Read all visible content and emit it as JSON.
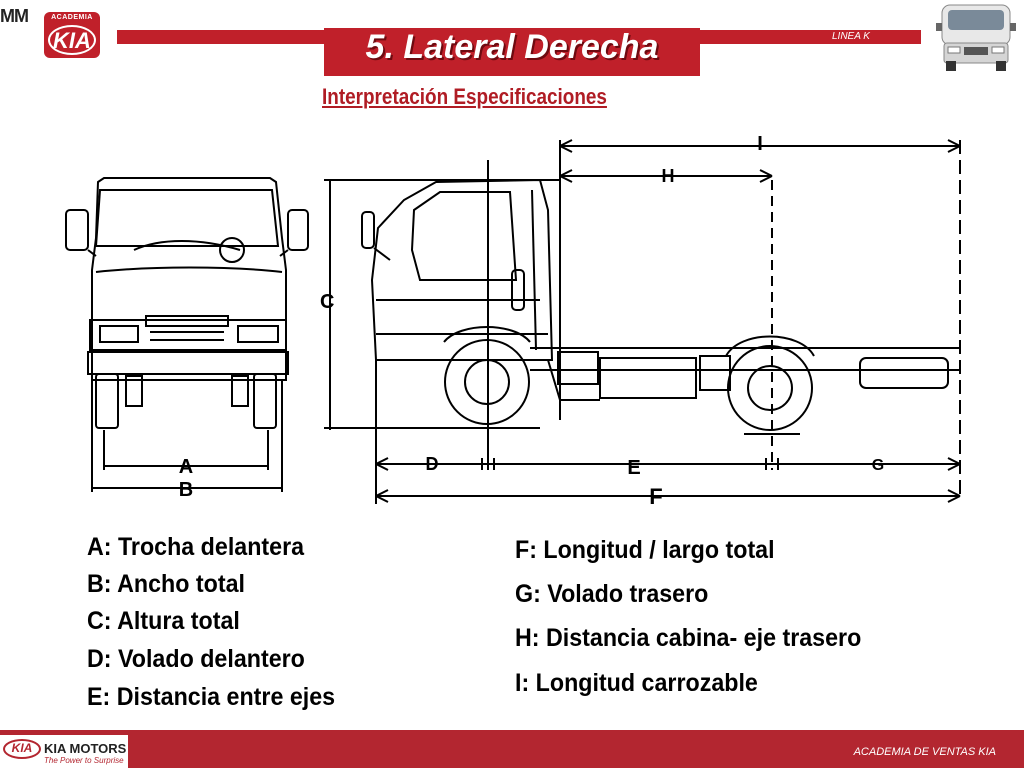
{
  "header": {
    "corner_text": "MM",
    "logo_top_text": "ACADEMIA",
    "logo_text": "KIA",
    "line_label": "LINEA K",
    "title": "5. Lateral Derecha",
    "subtitle": "Interpretación Especificaciones"
  },
  "diagram": {
    "labels": {
      "A": "A",
      "B": "B",
      "C": "C",
      "D": "D",
      "E": "E",
      "F": "F",
      "G": "G",
      "H": "H",
      "I": "I"
    }
  },
  "specs": {
    "left": [
      "A: Trocha delantera",
      "B: Ancho total",
      "C: Altura total",
      "D: Volado delantero",
      "E: Distancia entre ejes"
    ],
    "right": [
      "F: Longitud / largo total",
      "G: Volado trasero",
      "H: Distancia cabina- eje trasero",
      "I: Longitud carrozable"
    ]
  },
  "footer": {
    "brand": "KIA MOTORS",
    "logo_text": "KIA",
    "slogan": "The Power to Surprise",
    "academy": "ACADEMIA DE VENTAS KIA"
  },
  "colors": {
    "brand_red": "#c0202a",
    "footer_red": "#b32630"
  }
}
